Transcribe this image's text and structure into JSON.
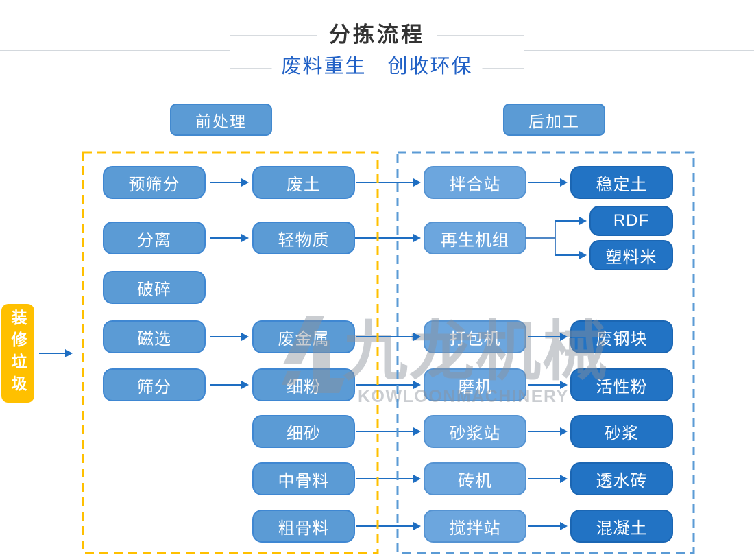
{
  "header": {
    "title": "分拣流程",
    "subtitle": "废料重生　创收环保"
  },
  "stages": {
    "pre_label": "前处理",
    "post_label": "后加工"
  },
  "source_label": "装修垃圾",
  "flow": {
    "pre_stage1": [
      "预筛分",
      "分离",
      "破碎",
      "磁选",
      "筛分"
    ],
    "pre_stage2": [
      "废土",
      "轻物质",
      "废金属",
      "细粉",
      "细砂",
      "中骨料",
      "粗骨料"
    ],
    "post_machines": [
      "拌合站",
      "再生机组",
      "打包机",
      "磨机",
      "砂浆站",
      "砖机",
      "搅拌站"
    ],
    "post_products": [
      "稳定土",
      "RDF",
      "塑料米",
      "废钢块",
      "活性粉",
      "砂浆",
      "透水砖",
      "混凝土"
    ]
  },
  "watermark": {
    "cn": "九龙机械",
    "en": "KOWLOONMACHINERY"
  },
  "colors": {
    "node_medium": "#5B9BD5",
    "node_light": "#6CA6DE",
    "node_dark": "#2273C4",
    "source_yellow": "#FFC000",
    "arrow_blue": "#1E6EC2",
    "dash_yellow": "#FFC000",
    "dash_blue": "#5B9BD5",
    "subtitle_blue": "#2161C6",
    "title_dark": "#333333"
  }
}
